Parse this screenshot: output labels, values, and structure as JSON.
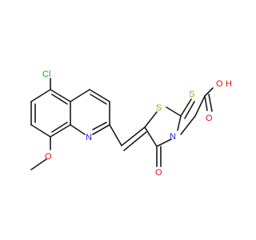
{
  "atoms": {
    "chlorine": {
      "text": "Cl",
      "color": "#23a023"
    },
    "nitrogen": {
      "text": "N",
      "color": "#2020e0"
    },
    "oxygen_methoxy": {
      "text": "O",
      "color": "#e01010"
    },
    "oxygen_carbonyl": {
      "text": "O",
      "color": "#e01010"
    },
    "sulfur_ring": {
      "text": "S",
      "color": "#b8a000"
    },
    "sulfur_thione": {
      "text": "S",
      "color": "#b8a000"
    },
    "nitrogen_ring": {
      "text": "N",
      "color": "#2020e0"
    },
    "oxygen_acid_oh": {
      "text": "O",
      "color": "#e01010"
    },
    "hydrogen_acid": {
      "text": "H",
      "color": "#e01010"
    },
    "oxygen_acid_carbonyl": {
      "text": "O",
      "color": "#e01010"
    }
  }
}
